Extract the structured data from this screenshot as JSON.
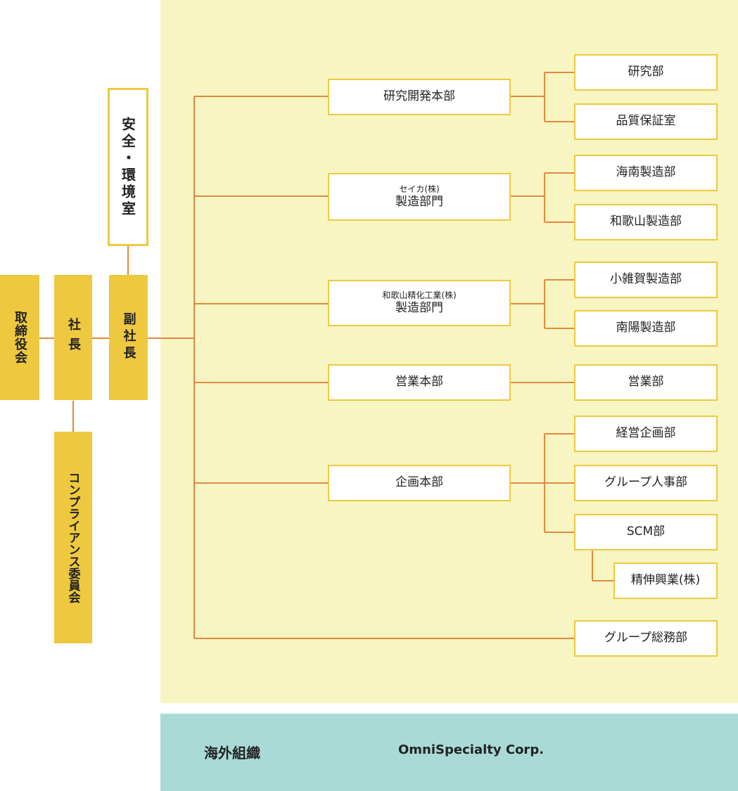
{
  "left": {
    "board": "取締役会",
    "president": "社長",
    "vice_president": "副社長",
    "safety": "安全・環境室",
    "compliance": "コンプライアンス委員会"
  },
  "divisions": {
    "rnd": {
      "label": "研究開発本部",
      "children": [
        "研究部",
        "品質保証室"
      ]
    },
    "seika": {
      "sub": "セイカ(株)",
      "label": "製造部門",
      "children": [
        "海南製造部",
        "和歌山製造部"
      ]
    },
    "wakayama": {
      "sub": "和歌山精化工業(株)",
      "label": "製造部門",
      "children": [
        "小雑賀製造部",
        "南陽製造部"
      ]
    },
    "sales": {
      "label": "営業本部",
      "children": [
        "営業部"
      ]
    },
    "planning": {
      "label": "企画本部",
      "children": [
        "経営企画部",
        "グループ人事部",
        "SCM部"
      ],
      "grandchild": "精伸興業(株)"
    },
    "general": "グループ総務部"
  },
  "overseas": {
    "label": "海外組織",
    "value": "OmniSpecialty Corp."
  }
}
